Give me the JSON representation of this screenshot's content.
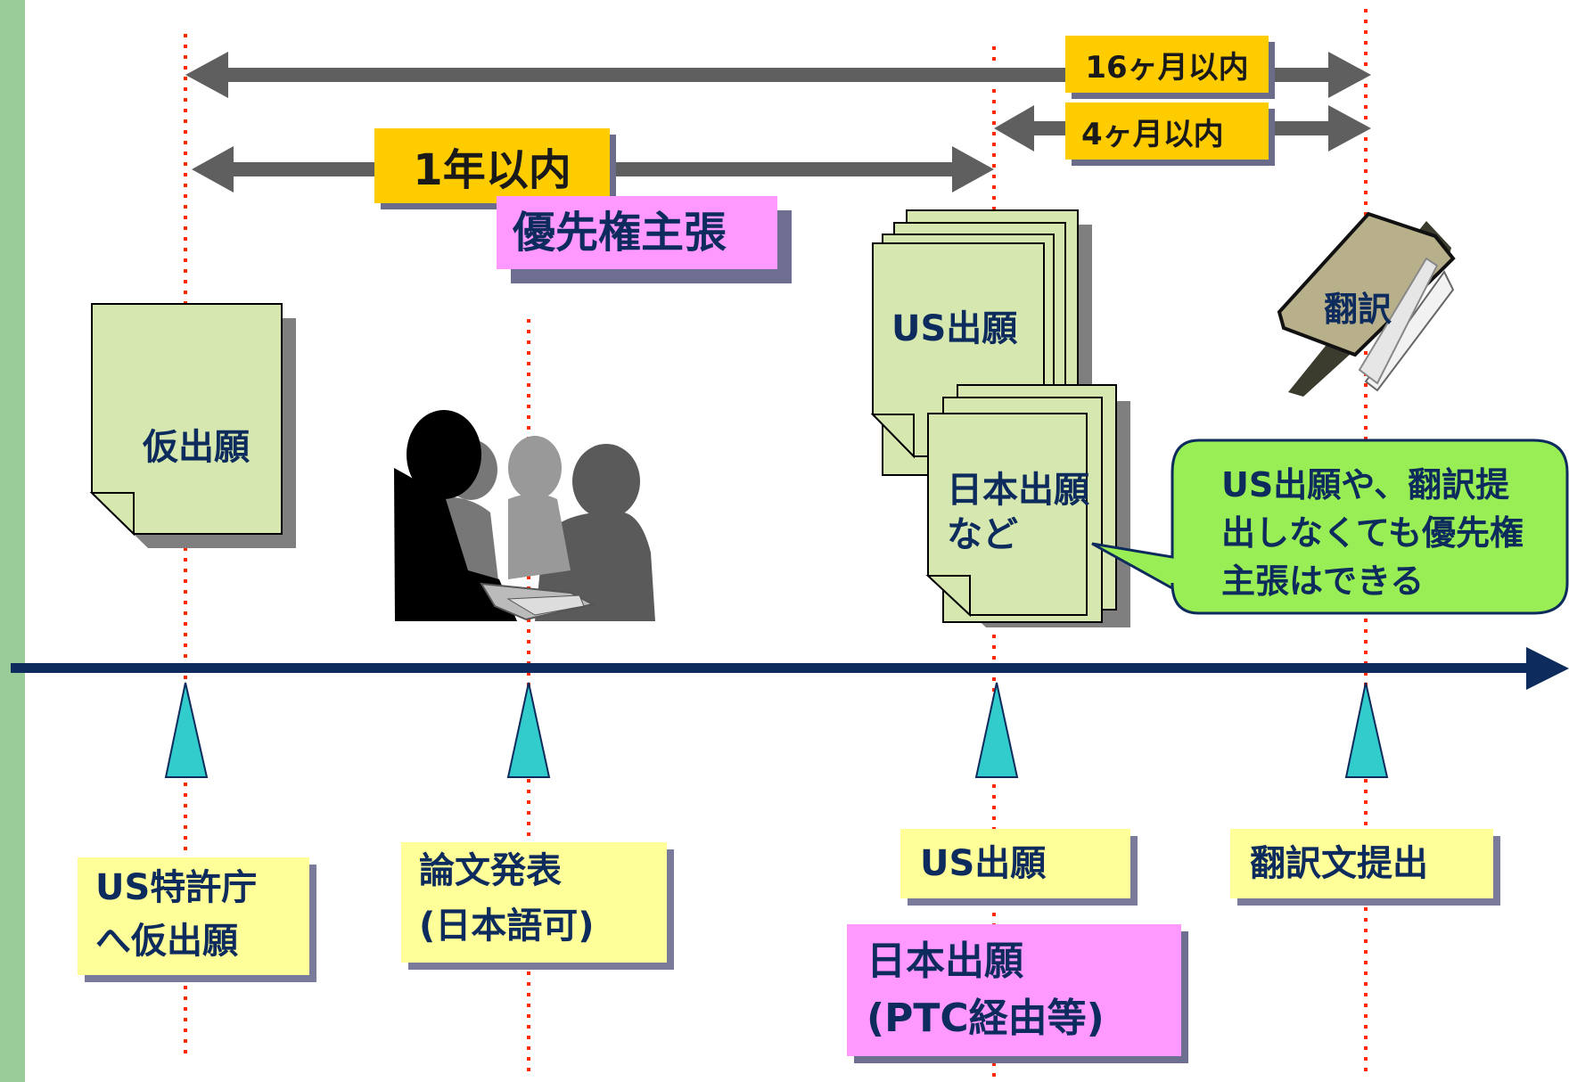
{
  "durations": {
    "sixteen_months": "16ヶ月以内",
    "four_months": "4ヶ月以内",
    "one_year": "1年以内"
  },
  "priority_claim": "優先権主張",
  "documents": {
    "provisional": "仮出願",
    "us_application": "US出願",
    "japan_application_line1": "日本出願",
    "japan_application_line2": "など",
    "translation": "翻訳"
  },
  "callout": {
    "line1": "US出願や、翻訳提",
    "line2": "出しなくても優先権",
    "line3": "主張はできる"
  },
  "milestones": {
    "provisional_line1": "US特許庁",
    "provisional_line2": "へ仮出願",
    "paper_line1": "論文発表",
    "paper_line2": "(日本語可)",
    "us_filing": "US出願",
    "japan_filing_line1": "日本出願",
    "japan_filing_line2": "(PTC経由等)",
    "translation_filing": "翻訳文提出"
  },
  "colors": {
    "sidebar": "#99cc99",
    "timeline": "#0d2b5c",
    "guide_line": "#ff2a00",
    "duration_label": "#ffcc00",
    "priority_label": "#ff99ff",
    "document_fill": "#d6e8b0",
    "callout_fill": "#99ee55",
    "milestone_marker": "#33cccc",
    "milestone_box": "#ffff99"
  }
}
